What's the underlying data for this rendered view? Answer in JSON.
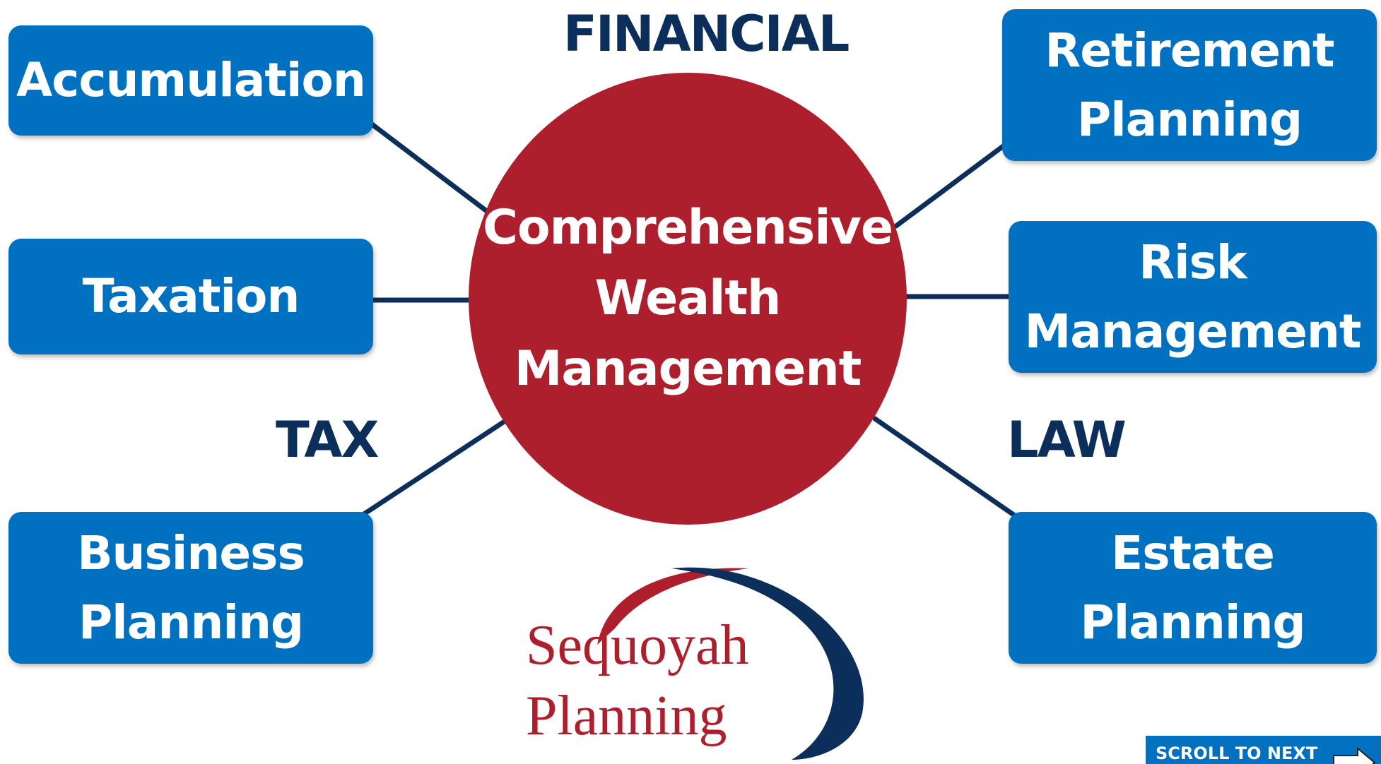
{
  "hub": {
    "lines": [
      "Comprehensive",
      "Wealth",
      "Management"
    ]
  },
  "categories": {
    "financial": "FINANCIAL",
    "tax": "TAX",
    "law": "LAW"
  },
  "nodes": {
    "accumulation": [
      "Accumulation"
    ],
    "taxation": [
      "Taxation"
    ],
    "business_planning": [
      "Business",
      "Planning"
    ],
    "retirement_planning": [
      "Retirement",
      "Planning"
    ],
    "risk_management": [
      "Risk",
      "Management"
    ],
    "estate_planning": [
      "Estate",
      "Planning"
    ]
  },
  "logo": {
    "line1": "Sequoyah",
    "line2": "Planning"
  },
  "scroll_button": {
    "label": "SCROLL TO NEXT",
    "icon": "arrow-right-icon"
  },
  "colors": {
    "node_blue": "#0070c0",
    "hub_red": "#ae1f2e",
    "label_navy": "#0b2f5a",
    "logo_red": "#ae1f2e",
    "logo_navy": "#0b2f5a"
  }
}
